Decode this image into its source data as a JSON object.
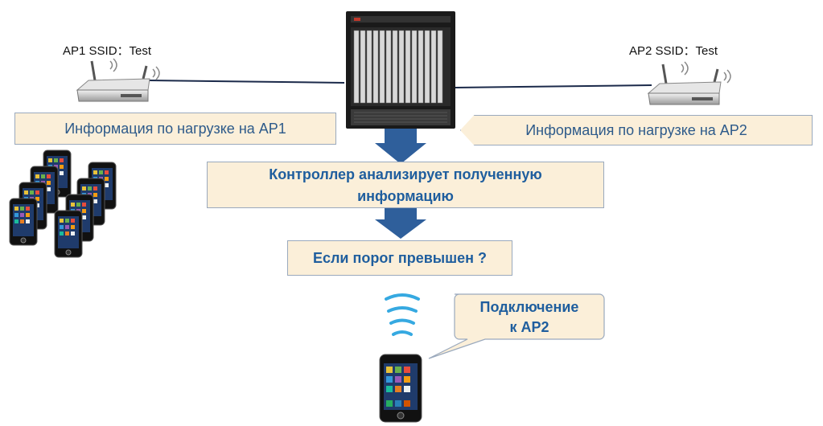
{
  "ap1": {
    "label": "AP1 SSID：Test",
    "info": "Информация по нагрузке на AP1"
  },
  "ap2": {
    "label": "AP2 SSID：Test",
    "info": "Информация по нагрузке на AP2"
  },
  "controller": {
    "line1": "Контроллер анализирует полученную",
    "line2": "информацию"
  },
  "threshold": {
    "question": "Если порог превышен ?"
  },
  "callout": {
    "line1": "Подключение",
    "line2": "к AP2"
  },
  "colors": {
    "box_fill": "#fbefd9",
    "box_border": "#9aa9bd",
    "text_blue": "#1f5e9e",
    "arrow": "#2f5f9b"
  },
  "icons": [
    "router-icon",
    "controller-chassis-icon",
    "smartphone-icon",
    "wifi-signal-icon"
  ]
}
